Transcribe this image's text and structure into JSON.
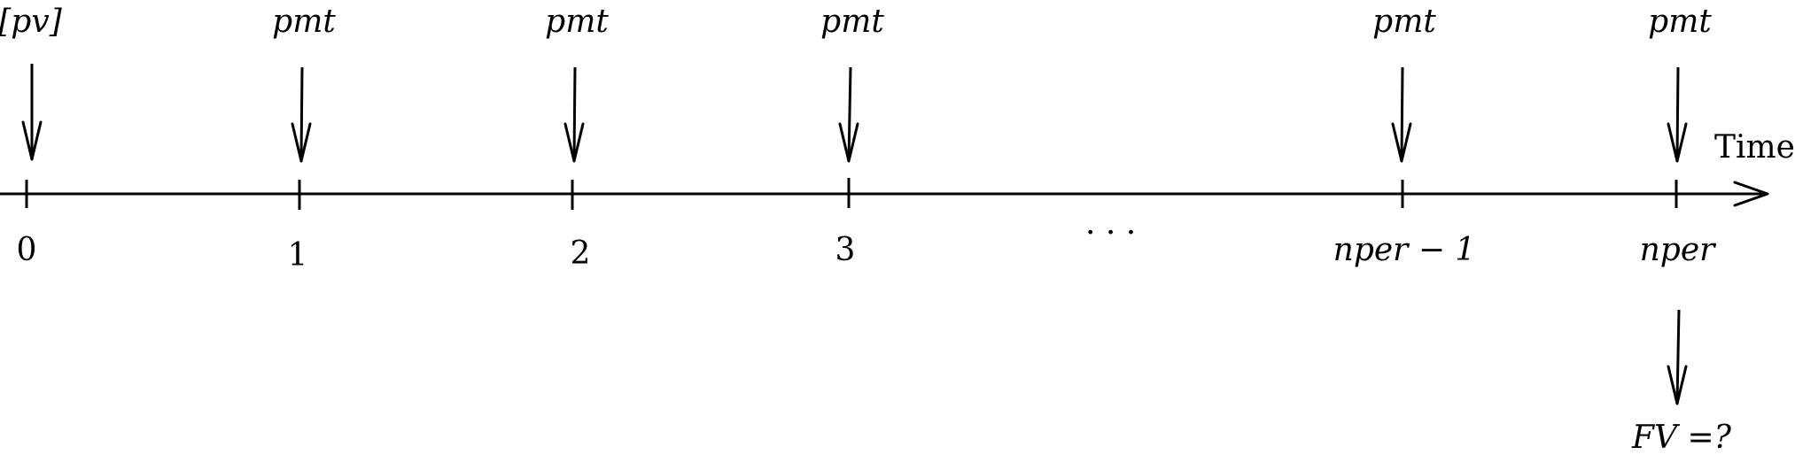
{
  "timeline": {
    "axis_label": "Time",
    "ellipsis": ". . .",
    "periods": [
      {
        "tick_label": "0",
        "flow_label": "[pv]"
      },
      {
        "tick_label": "1",
        "flow_label": "pmt"
      },
      {
        "tick_label": "2",
        "flow_label": "pmt"
      },
      {
        "tick_label": "3",
        "flow_label": "pmt"
      },
      {
        "tick_label": "nper − 1",
        "flow_label": "pmt"
      },
      {
        "tick_label": "nper",
        "flow_label": "pmt"
      }
    ],
    "result_label": "FV =?"
  }
}
